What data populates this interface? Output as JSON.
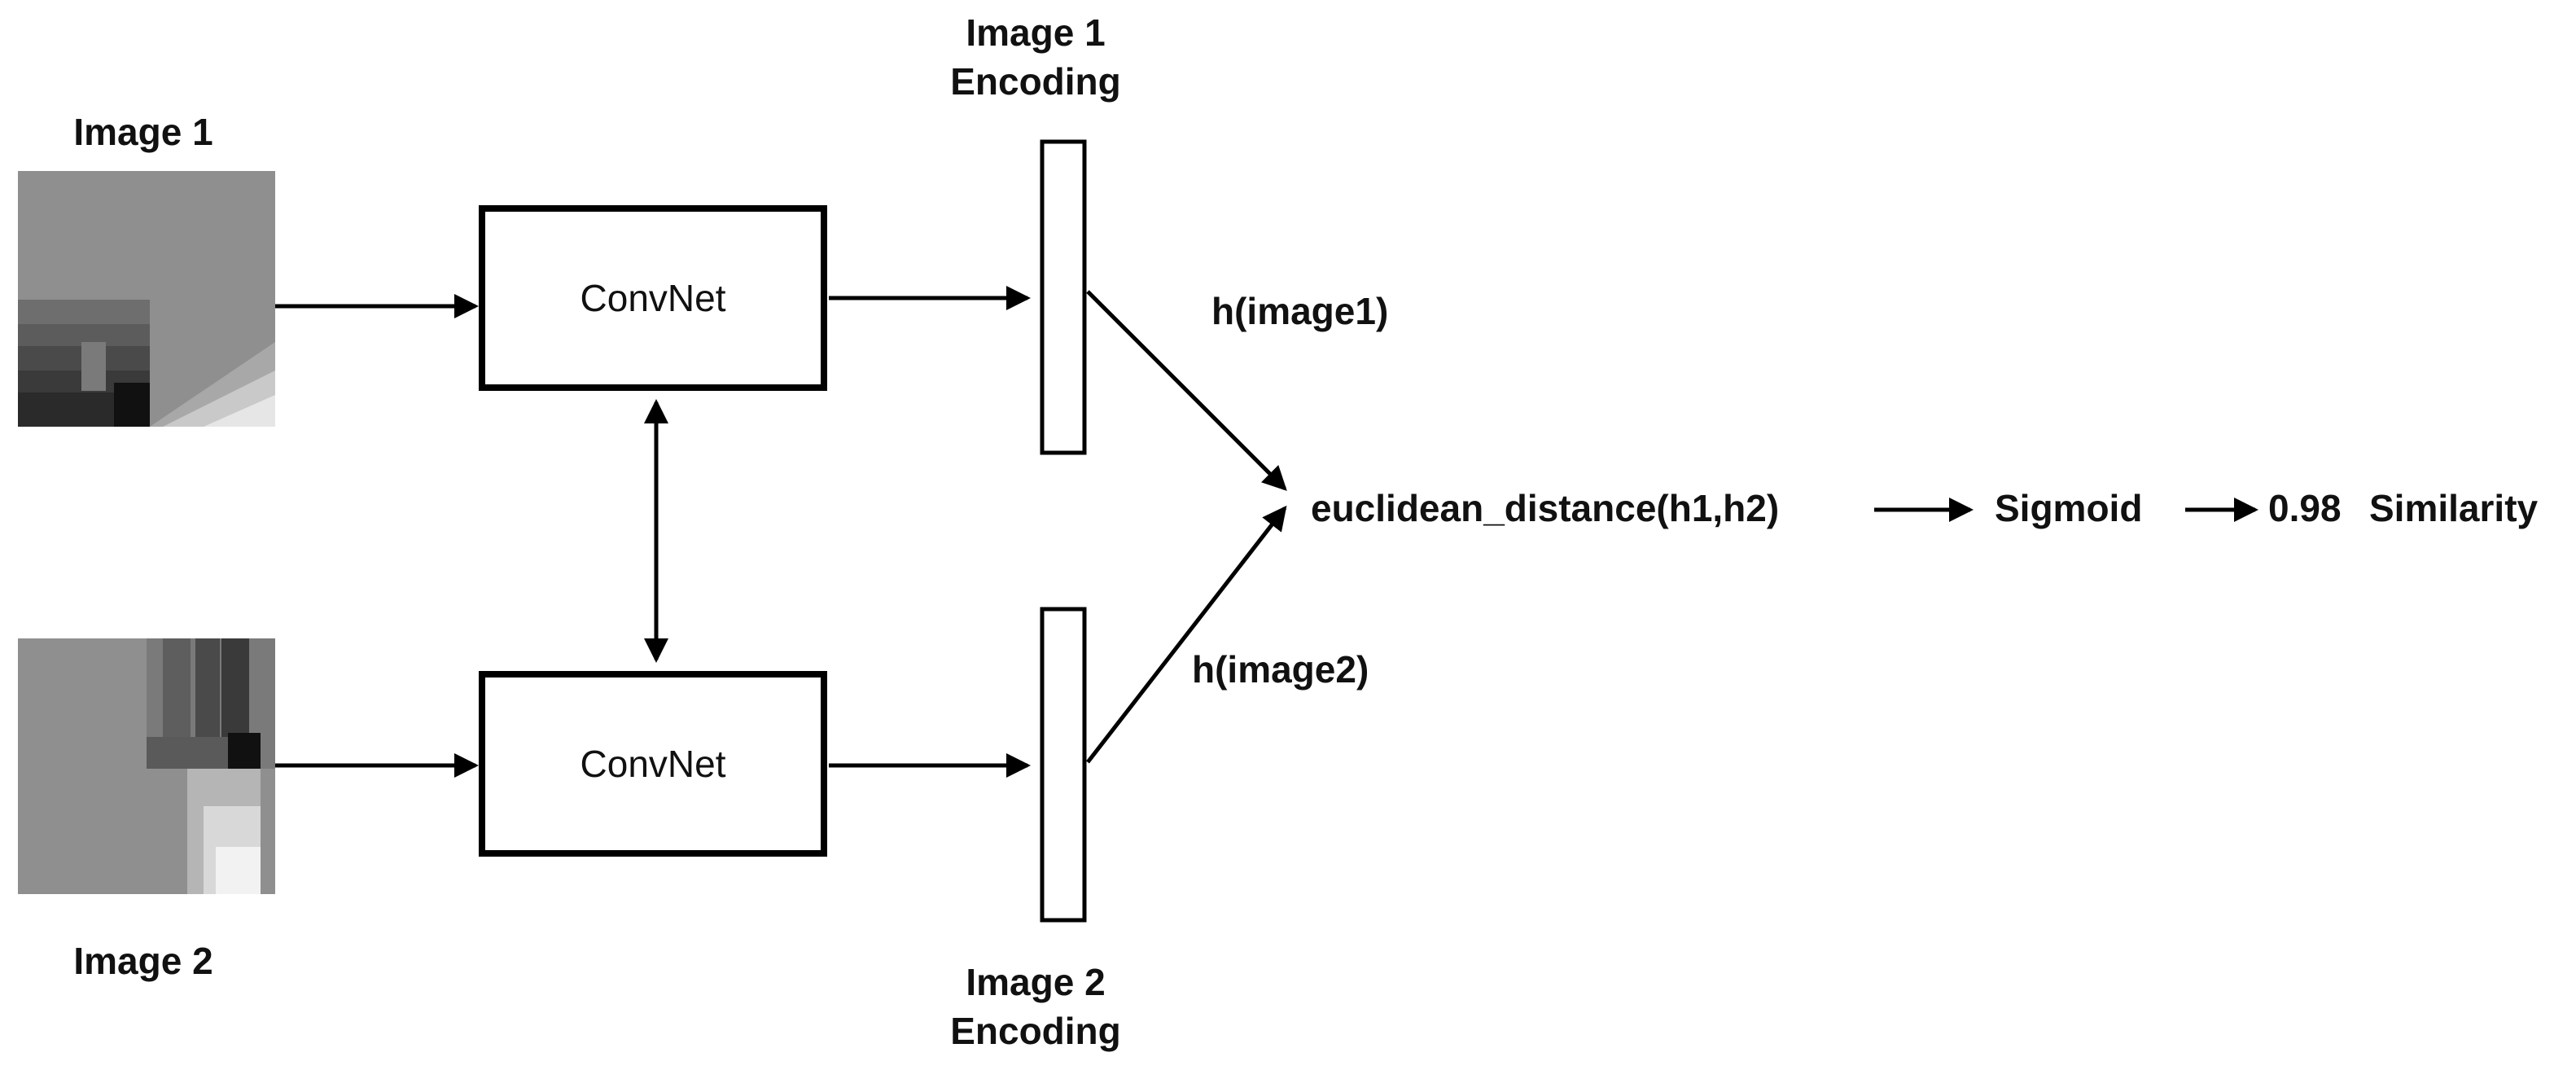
{
  "inputs": {
    "image1_label": "Image 1",
    "image2_label": "Image 2"
  },
  "network": {
    "top_box_label": "ConvNet",
    "bottom_box_label": "ConvNet"
  },
  "encodings": {
    "enc1_title_line1": "Image 1",
    "enc1_title_line2": "Encoding",
    "enc2_title_line1": "Image 2",
    "enc2_title_line2": "Encoding",
    "h1_label": "h(image1)",
    "h2_label": "h(image2)"
  },
  "pipeline": {
    "distance_label": "euclidean_distance(h1,h2)",
    "sigmoid_label": "Sigmoid",
    "score_value": "0.98",
    "score_label": "Similarity"
  },
  "colors": {
    "stroke": "#000000",
    "text": "#111111",
    "image_background": "#8f8f8f"
  }
}
